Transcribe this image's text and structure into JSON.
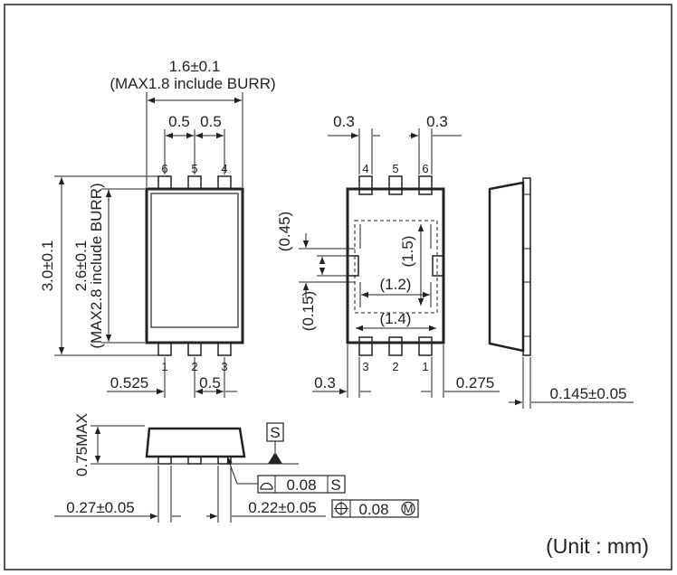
{
  "frame": {
    "unit": "(Unit : mm)"
  },
  "top_view": {
    "width": "1.6±0.1",
    "width_max": "(MAX1.8 include BURR)",
    "pitch_a": "0.5",
    "pitch_b": "0.5",
    "height": "3.0±0.1",
    "body_height": "2.6±0.1",
    "body_height_max": "(MAX2.8 include BURR)",
    "left_offset": "0.525",
    "bottom_pitch": "0.5",
    "pins_top": [
      "6",
      "5",
      "4"
    ],
    "pins_bottom": [
      "1",
      "2",
      "3"
    ]
  },
  "bottom_view": {
    "pin_width_left": "0.3",
    "pin_width_right": "0.3",
    "pins_top": [
      "4",
      "5",
      "6"
    ],
    "pins_bottom": [
      "3",
      "2",
      "1"
    ],
    "dim_045": "(0.45)",
    "dim_015": "(0.15)",
    "dim_15": "(1.5)",
    "dim_12": "(1.2)",
    "dim_14": "(1.4)",
    "pad_left": "0.3",
    "pad_right": "0.275"
  },
  "side_view": {
    "thickness": "0.145±0.05"
  },
  "front_view": {
    "height_max": "0.75MAX",
    "datum": "S",
    "flatness_value": "0.08",
    "flatness_datum": "S",
    "lead_width": "0.27±0.05",
    "lead_width_2": "0.22±0.05",
    "position_value": "0.08"
  }
}
